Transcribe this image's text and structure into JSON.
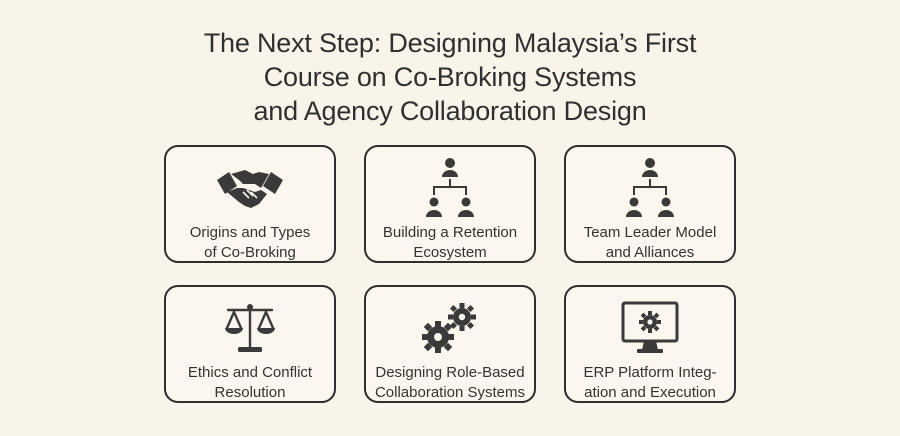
{
  "title": {
    "line1": "The Next Step: Designing Malaysia’s First",
    "line2": "Course on Co-Broking Systems",
    "line3": "and Agency Collaboration Design"
  },
  "cards": [
    {
      "icon": "handshake-icon",
      "line1": "Origins and Types",
      "line2": "of Co-Broking"
    },
    {
      "icon": "org-chart-icon",
      "line1": "Building a Retention",
      "line2": "Ecosystem"
    },
    {
      "icon": "team-hierarchy-icon",
      "line1": "Team Leader Model",
      "line2": "and Alliances"
    },
    {
      "icon": "scales-icon",
      "line1": "Ethics and Conflict",
      "line2": "Resolution"
    },
    {
      "icon": "gears-icon",
      "line1": "Designing Role-Based",
      "line2": "Collaboration Systems"
    },
    {
      "icon": "monitor-gear-icon",
      "line1": "ERP Platform Integ-",
      "line2": "ation and Execution"
    }
  ],
  "colors": {
    "background": "#f9f4ea",
    "border": "#2e2e2e",
    "icon": "#3a3a3a",
    "text": "#333333"
  }
}
